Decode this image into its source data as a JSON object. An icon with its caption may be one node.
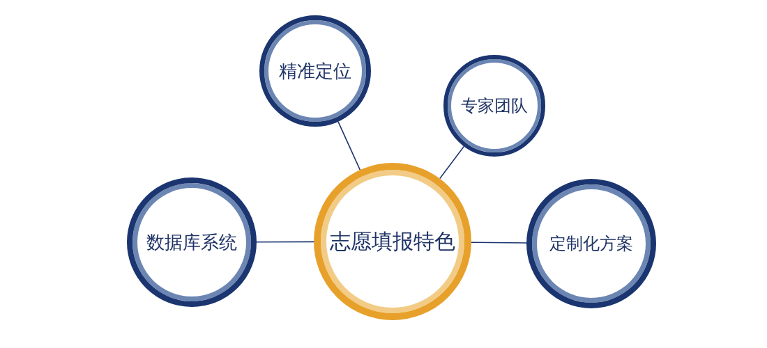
{
  "diagram": {
    "nodes": [
      {
        "text": [
          "精准定位"
        ]
      },
      {
        "text": [
          "专家团队"
        ]
      },
      {
        "text": [
          "数据库系统"
        ]
      },
      {
        "text": [
          "志愿填报特色"
        ]
      },
      {
        "text": [
          "定制化方案"
        ]
      }
    ],
    "edges": [
      {
        "from": 3,
        "to": 0,
        "arrow": "none"
      },
      {
        "from": 3,
        "to": 1,
        "arrow": "none"
      },
      {
        "from": 3,
        "to": 2,
        "arrow": "none"
      },
      {
        "from": 3,
        "to": 4,
        "arrow": "none"
      }
    ]
  }
}
